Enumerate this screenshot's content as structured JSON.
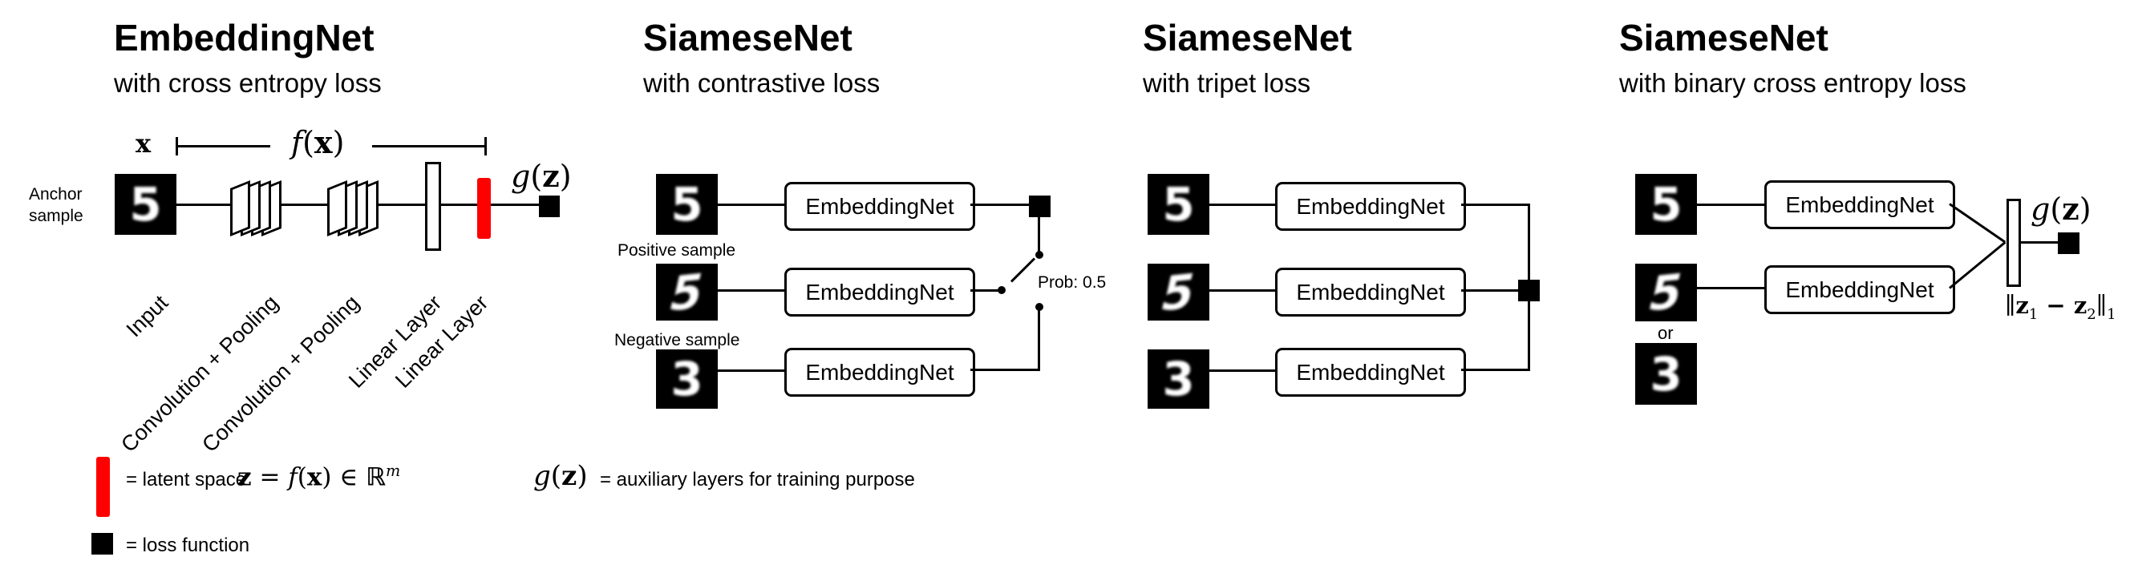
{
  "sections": [
    {
      "title": "EmbeddingNet",
      "subtitle": "with cross entropy loss"
    },
    {
      "title": "SiameseNet",
      "subtitle": "with contrastive loss"
    },
    {
      "title": "SiameseNet",
      "subtitle": "with tripet loss"
    },
    {
      "title": "SiameseNet",
      "subtitle": "with binary cross entropy loss"
    }
  ],
  "math": {
    "x_symbol": "x",
    "fx": {
      "f": "f",
      "lp": "(",
      "arg": "x",
      "rp": ")"
    },
    "gz": {
      "g": "g",
      "lp": "(",
      "arg": "z",
      "rp": ")"
    }
  },
  "embedding_net": {
    "anchor_label_line1": "Anchor",
    "anchor_label_line2": "sample",
    "digit": "5",
    "layer_labels": [
      "Input",
      "Convolution + Pooling",
      "Convolution + Pooling",
      "Linear Layer",
      "Linear Layer"
    ]
  },
  "siamese_contrastive": {
    "digits": [
      "5",
      "5",
      "3"
    ],
    "positive_label": "Positive sample",
    "negative_label": "Negative sample",
    "box_label": "EmbeddingNet",
    "prob_label": "Prob: 0.5"
  },
  "siamese_triplet": {
    "digits": [
      "5",
      "5",
      "3"
    ],
    "box_label": "EmbeddingNet"
  },
  "siamese_bce": {
    "digits": [
      "5",
      "5",
      "3"
    ],
    "or_label": "or",
    "box_label": "EmbeddingNet",
    "distance": {
      "open": "∥",
      "z1": "z",
      "s1": "1",
      "mid": " − ",
      "z2": "z",
      "s2": "2",
      "close": "∥",
      "s3": "1"
    }
  },
  "legend": {
    "latent_label": "= latent space",
    "latent_math": {
      "z": "z",
      "eq": " = ",
      "f": "f",
      "lp": "(",
      "x": "x",
      "rp": ")",
      "inset": " ∈ ",
      "r": "ℝ",
      "sup": "m"
    },
    "aux_label": "= auxiliary layers for training purpose",
    "loss_label": "= loss function"
  },
  "colors": {
    "accent_red": "#ff0000",
    "ink": "#000000",
    "background": "#ffffff"
  }
}
